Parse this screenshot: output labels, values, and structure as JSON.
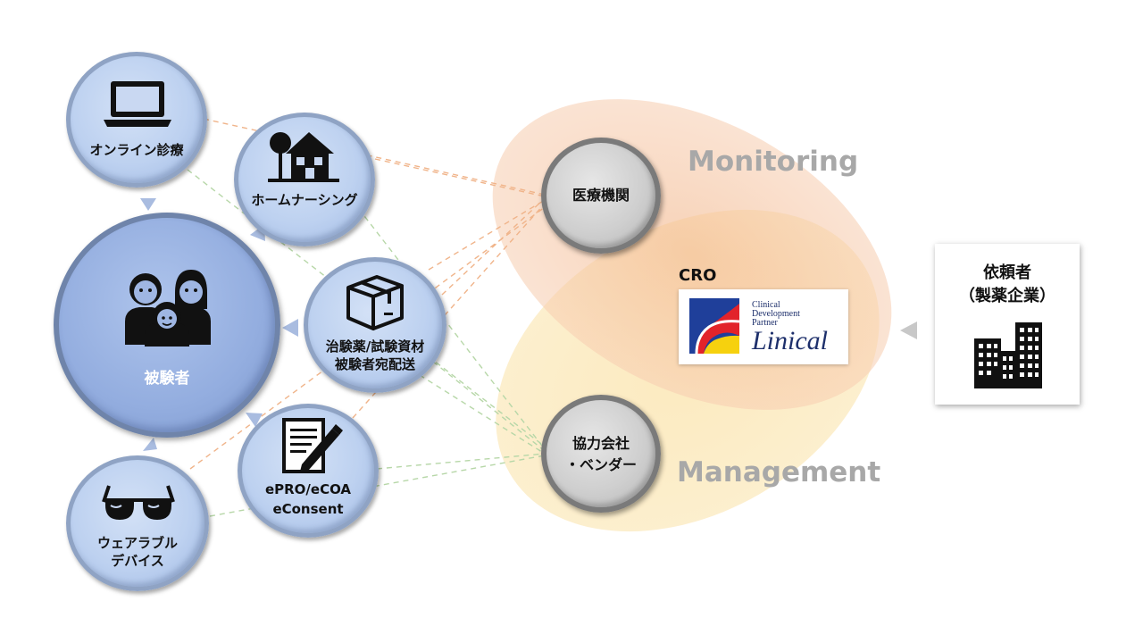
{
  "nodes": {
    "online_medical": "オンライン診療",
    "home_nursing": "ホームナーシング",
    "subject": "被験者",
    "delivery_line1": "治験薬/試験資材",
    "delivery_line2": "被験者宛配送",
    "epro_line1": "ePRO/eCOA",
    "epro_line2": "eConsent",
    "wearable_line1": "ウェアラブル",
    "wearable_line2": "デバイス",
    "medical_institution": "医療機関",
    "partner_line1": "協力会社",
    "partner_line2": "・ベンダー"
  },
  "ellipses": {
    "monitoring": "Monitoring",
    "management": "Management"
  },
  "cro": {
    "label": "CRO",
    "logo_line1": "Clinical",
    "logo_line2": "Development",
    "logo_line3": "Partner",
    "logo_name": "Linical"
  },
  "client": {
    "line1": "依頼者",
    "line2": "（製薬企業）"
  },
  "colors": {
    "monitoring_ellipse": "#f6c7a7",
    "management_ellipse": "#fbe3a6",
    "orange_dash": "#f0b48a",
    "green_dash": "#b7d7a8",
    "arrow": "#a9bce0"
  }
}
